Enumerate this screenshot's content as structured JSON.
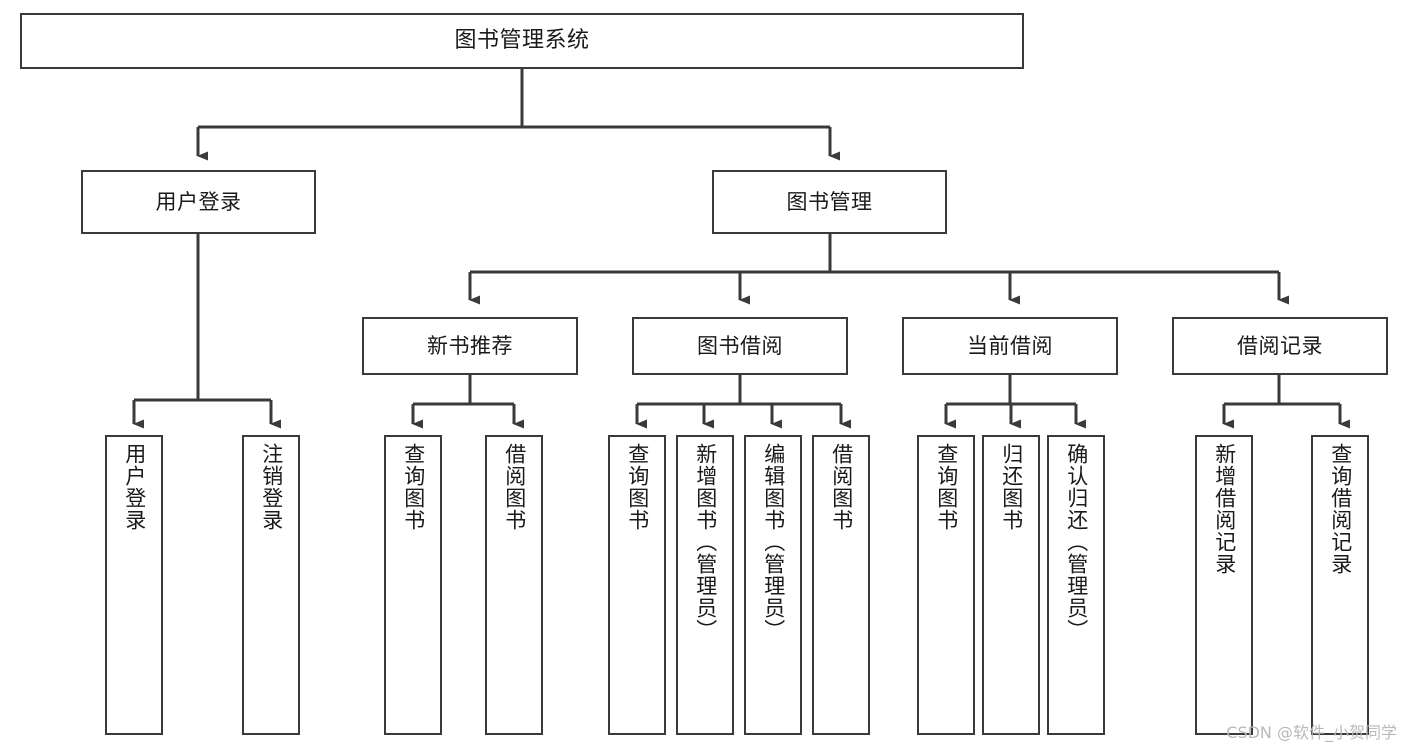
{
  "diagram": {
    "type": "tree-hierarchy",
    "title_node": {
      "id": "root",
      "label": "图书管理系统"
    },
    "level2": [
      {
        "id": "user-login",
        "label": "用户登录"
      },
      {
        "id": "book-manage",
        "label": "图书管理"
      }
    ],
    "level3": [
      {
        "id": "new-book-rec",
        "label": "新书推荐",
        "parent": "book-manage"
      },
      {
        "id": "book-borrow",
        "label": "图书借阅",
        "parent": "book-manage"
      },
      {
        "id": "current-borrow",
        "label": "当前借阅",
        "parent": "book-manage"
      },
      {
        "id": "borrow-record",
        "label": "借阅记录",
        "parent": "book-manage"
      }
    ],
    "leaves": {
      "user_login": [
        {
          "id": "leaf-user-login",
          "label": "用户登录"
        },
        {
          "id": "leaf-logout",
          "label": "注销登录"
        }
      ],
      "new_book_rec": [
        {
          "id": "leaf-query-book-1",
          "label": "查询图书"
        },
        {
          "id": "leaf-borrow-book-1",
          "label": "借阅图书"
        }
      ],
      "book_borrow": [
        {
          "id": "leaf-query-book-2",
          "label": "查询图书"
        },
        {
          "id": "leaf-add-book",
          "label": "新增图书（管理员）"
        },
        {
          "id": "leaf-edit-book",
          "label": "编辑图书（管理员）"
        },
        {
          "id": "leaf-borrow-book-2",
          "label": "借阅图书"
        }
      ],
      "current_borrow": [
        {
          "id": "leaf-query-book-3",
          "label": "查询图书"
        },
        {
          "id": "leaf-return-book",
          "label": "归还图书"
        },
        {
          "id": "leaf-confirm-return",
          "label": "确认归还（管理员）"
        }
      ],
      "borrow_record": [
        {
          "id": "leaf-add-record",
          "label": "新增借阅记录"
        },
        {
          "id": "leaf-query-record",
          "label": "查询借阅记录"
        }
      ]
    }
  },
  "watermark": {
    "text": "CSDN @软件_小贺同学"
  },
  "colors": {
    "border": "#3a3a3a",
    "background": "#ffffff",
    "text": "#1a1a1a",
    "watermark": "#b9b9b9"
  }
}
